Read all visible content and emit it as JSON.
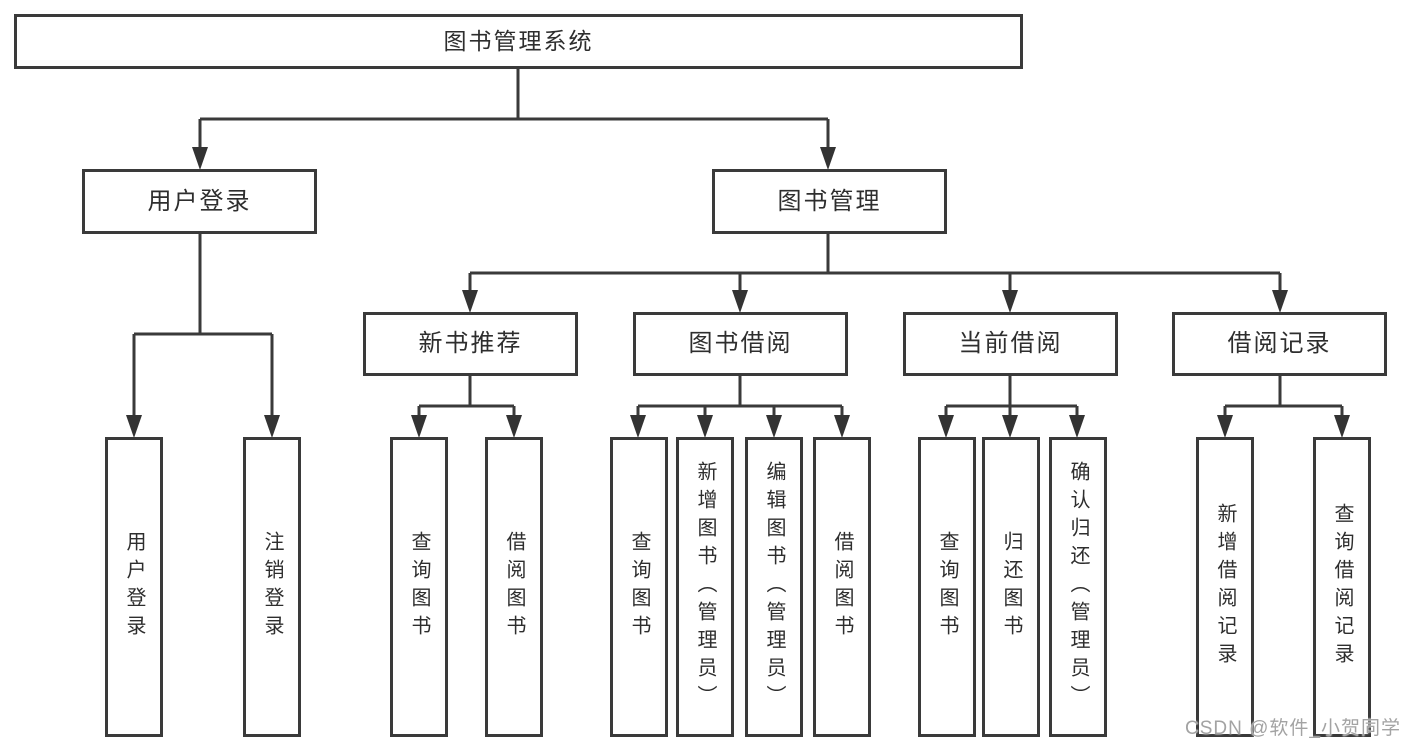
{
  "tree": {
    "label": "图书管理系统",
    "children": [
      {
        "label": "用户登录",
        "children": [
          {
            "label": "用户登录"
          },
          {
            "label": "注销登录"
          }
        ]
      },
      {
        "label": "图书管理",
        "children": [
          {
            "label": "新书推荐",
            "children": [
              {
                "label": "查询图书"
              },
              {
                "label": "借阅图书"
              }
            ]
          },
          {
            "label": "图书借阅",
            "children": [
              {
                "label": "查询图书"
              },
              {
                "label": "新增图书（管理员）"
              },
              {
                "label": "编辑图书（管理员）"
              },
              {
                "label": "借阅图书"
              }
            ]
          },
          {
            "label": "当前借阅",
            "children": [
              {
                "label": "查询图书"
              },
              {
                "label": "归还图书"
              },
              {
                "label": "确认归还（管理员）"
              }
            ]
          },
          {
            "label": "借阅记录",
            "children": [
              {
                "label": "新增借阅记录"
              },
              {
                "label": "查询借阅记录"
              }
            ]
          }
        ]
      }
    ]
  },
  "watermark": {
    "text": "CSDN @软件_小贺同学"
  },
  "colors": {
    "line": "#3a3a3a",
    "text": "#2e2e2e",
    "background": "#ffffff",
    "watermark": "#a3a3a3"
  }
}
